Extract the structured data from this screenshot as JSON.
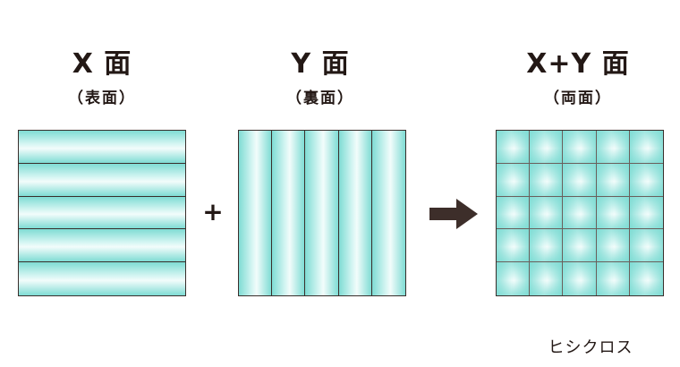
{
  "panels": [
    {
      "title": "X 面",
      "subtitle": "（表面）"
    },
    {
      "title": "Y 面",
      "subtitle": "（裏面）"
    },
    {
      "title": "X+Y 面",
      "subtitle": "（両面）"
    }
  ],
  "operator": "+",
  "arrow_icon": "arrow-right-icon",
  "caption": "ヒシクロス",
  "colors": {
    "strip": "#7fdcd4",
    "highlight": "#f2fcfb",
    "line": "#3a2e2b",
    "arrow": "#3d2e2a"
  }
}
